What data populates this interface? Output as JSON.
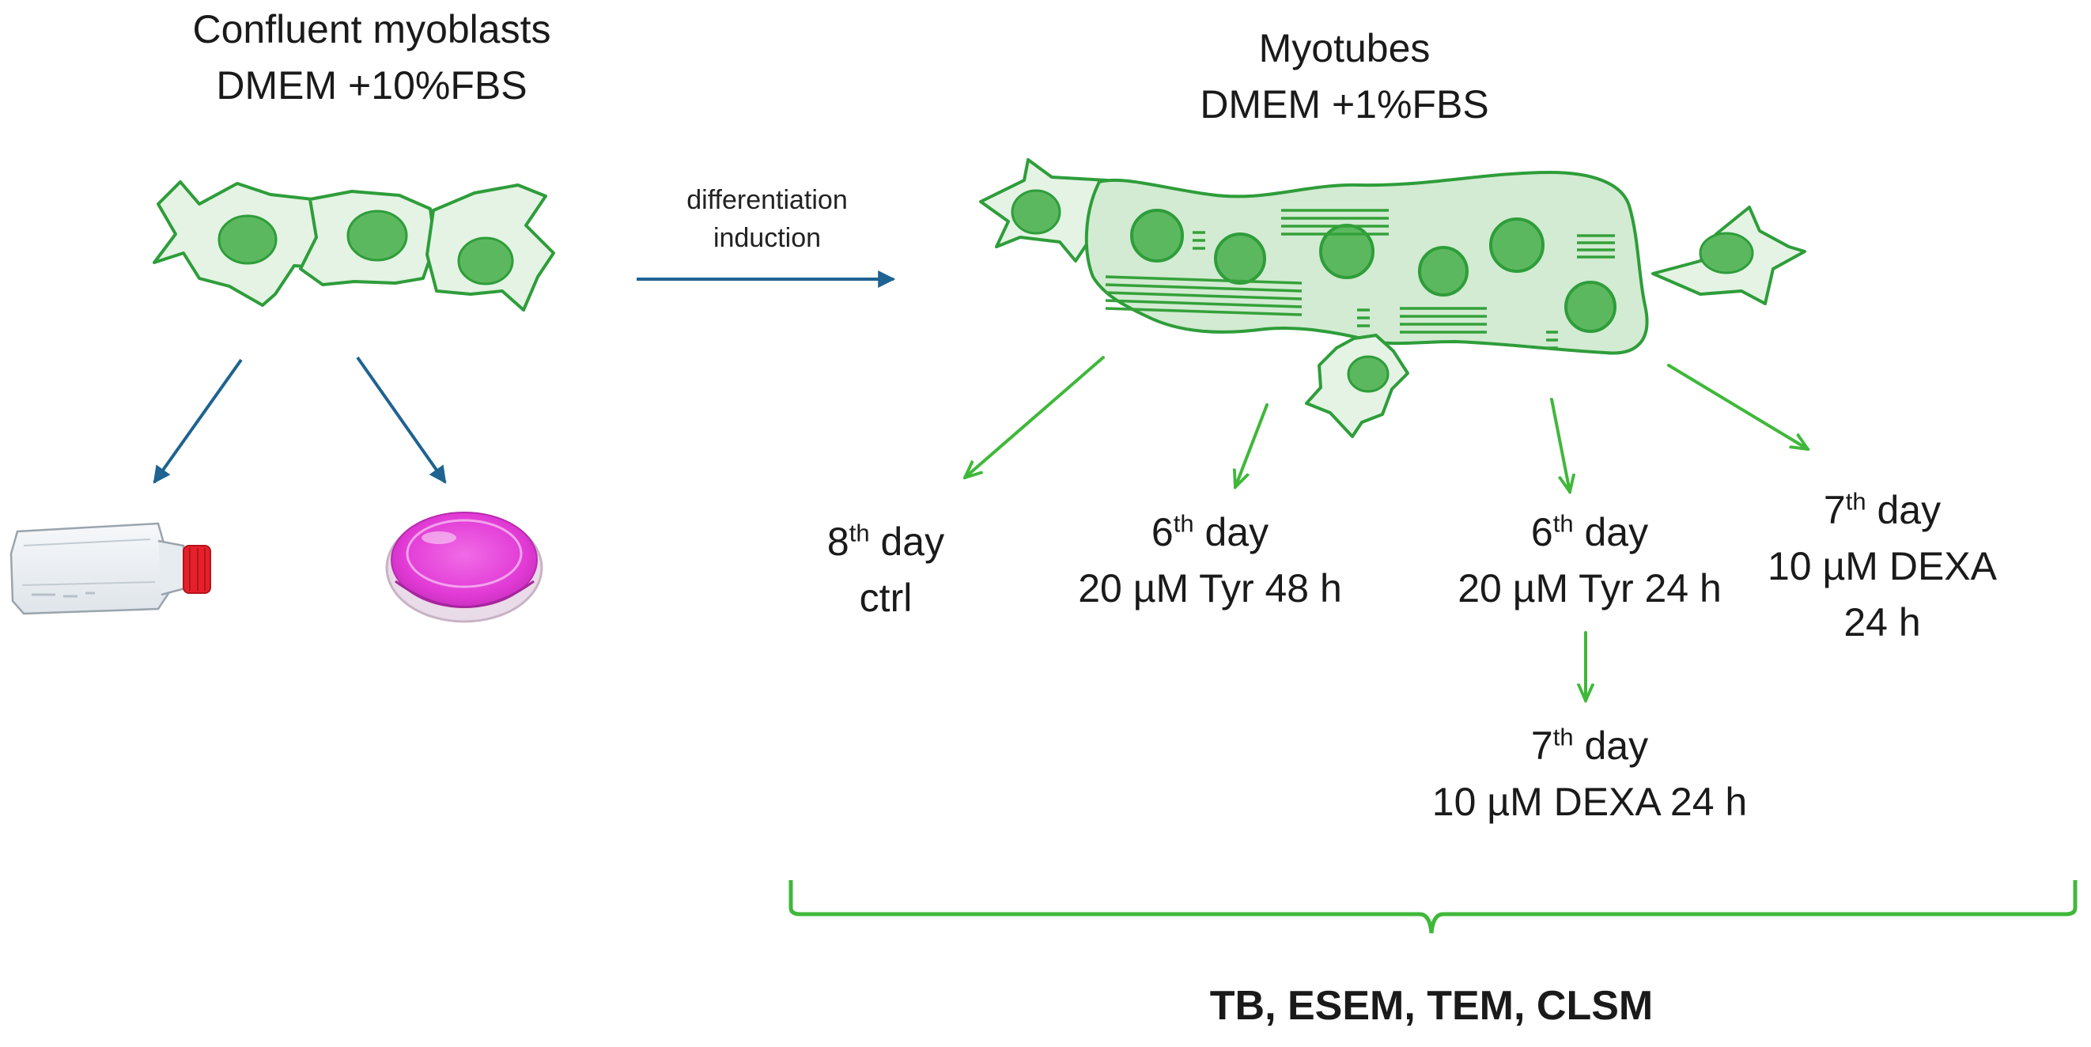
{
  "myoblasts": {
    "title": "Confluent myoblasts",
    "medium": "DMEM +10%FBS"
  },
  "myotubes": {
    "title": "Myotubes",
    "medium": "DMEM +1%FBS"
  },
  "arrow_label": {
    "line1": "differentiation",
    "line2": "induction"
  },
  "conditions": [
    {
      "day_num": "8",
      "day_suffix": "th",
      "day_word": " day",
      "line2": "ctrl"
    },
    {
      "day_num": "6",
      "day_suffix": "th",
      "day_word": " day",
      "line2": "20 µM Tyr 48 h"
    },
    {
      "day_num": "6",
      "day_suffix": "th",
      "day_word": " day",
      "line2": "20 µM Tyr 24 h"
    },
    {
      "day_num": "7",
      "day_suffix": "th",
      "day_word": " day",
      "line2": "10 µM DEXA",
      "line3": "24 h"
    },
    {
      "day_num": "7",
      "day_suffix": "th",
      "day_word": " day",
      "line2": "10 µM DEXA 24 h"
    }
  ],
  "analyses": "TB, ESEM, TEM, CLSM",
  "colors": {
    "cell_stroke": "#2e9d3a",
    "cell_fill": "#e4f3e4",
    "nucleus": "#5cb85f",
    "green_arrow": "#3fb83a",
    "blue_arrow": "#1e6391",
    "media_pink": "#e23bd6",
    "cap_red": "#e5202a"
  },
  "icons": [
    "culture-flask-icon",
    "petri-dish-icon"
  ]
}
